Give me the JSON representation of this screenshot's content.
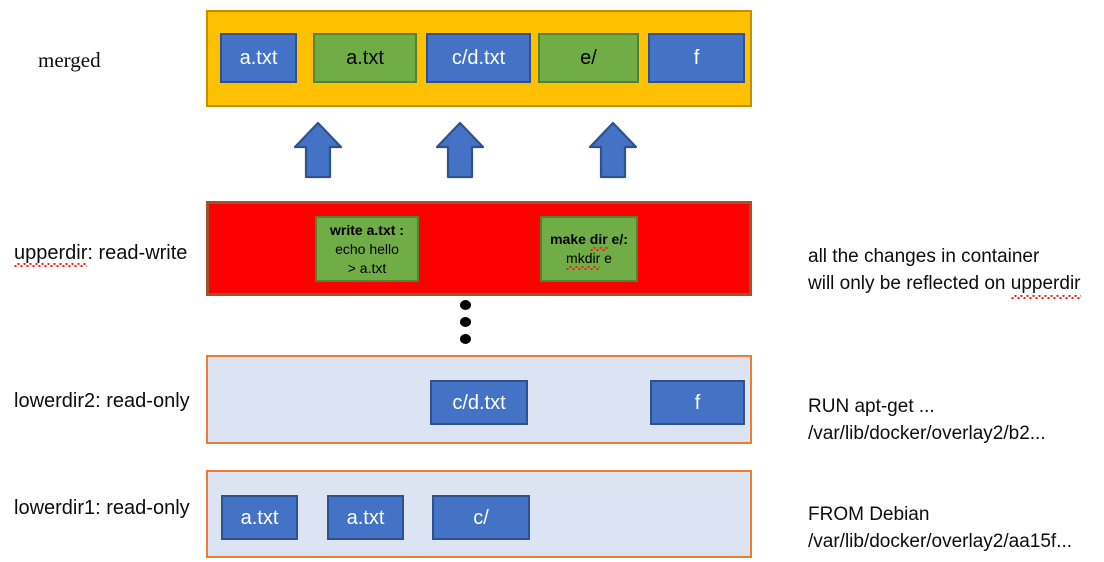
{
  "diagram": {
    "title": "Docker OverlayFS layers diagram",
    "colors": {
      "merged_band": "#ffc000",
      "merged_band_border": "#bf9000",
      "upperdir_band": "#ff0000",
      "upperdir_band_border": "#a0522d",
      "lowerdir_band": "#dce3f2",
      "lowerdir_band_border": "#ed7d31",
      "chip_blue": "#4472c4",
      "chip_blue_border": "#2f528f",
      "chip_green": "#70ad47",
      "chip_green_border": "#548235",
      "arrow_fill": "#4472c4",
      "arrow_border": "#2f528f",
      "spellcheck_underline": "#ff1a1a",
      "text": "#0d0d0d"
    }
  },
  "rows": {
    "merged": {
      "label": "merged"
    },
    "upperdir": {
      "label_prefix": "upperdir",
      "label_suffix": ": read-write"
    },
    "lowerdir2": {
      "label": "lowerdir2: read-only"
    },
    "lowerdir1": {
      "label": "lowerdir1: read-only"
    }
  },
  "merged_layer": {
    "files": [
      {
        "name": "a.txt",
        "style": "blue"
      },
      {
        "name": "a.txt",
        "style": "green"
      },
      {
        "name": "c/d.txt",
        "style": "blue"
      },
      {
        "name": "e/",
        "style": "green"
      },
      {
        "name": "f",
        "style": "blue"
      }
    ]
  },
  "upperdir_layer": {
    "notes": [
      {
        "title": "write a.txt :",
        "line2": "echo hello",
        "line3": "> a.txt"
      },
      {
        "title_prefix": "make ",
        "title_spell": "dir",
        "title_suffix": " e/:",
        "line2_spell": "mkdir",
        "line2_suffix": " e"
      }
    ]
  },
  "lowerdir2_layer": {
    "files": [
      {
        "name": "c/d.txt",
        "style": "blue"
      },
      {
        "name": "f",
        "style": "blue"
      }
    ]
  },
  "lowerdir1_layer": {
    "files": [
      {
        "name": "a.txt",
        "style": "blue"
      },
      {
        "name": "a.txt",
        "style": "blue"
      },
      {
        "name": "c/",
        "style": "blue"
      }
    ]
  },
  "annotations": {
    "upperdir_note_line1": "all the changes in container",
    "upperdir_note_line2_prefix": "will only be reflected on ",
    "upperdir_note_line2_spell": "upperdir",
    "lowerdir2_note_line1": "RUN apt-get ...",
    "lowerdir2_note_line2": "/var/lib/docker/overlay2/b2...",
    "lowerdir1_note_line1": "FROM Debian",
    "lowerdir1_note_line2": "/var/lib/docker/overlay2/aa15f..."
  },
  "ellipsis": {
    "dot_count": 3
  }
}
